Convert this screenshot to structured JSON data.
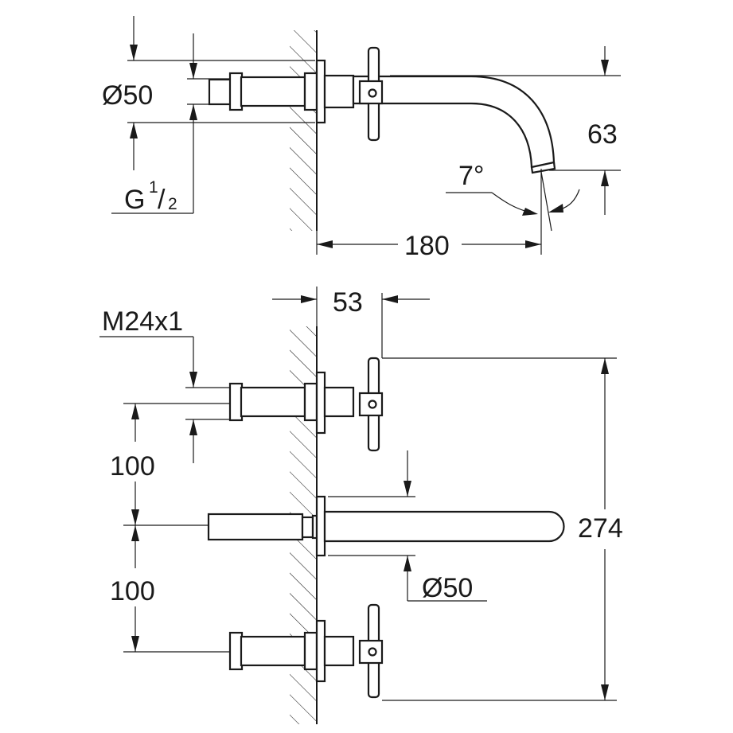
{
  "side_view": {
    "outlet_diameter": "Ø50",
    "thread_g_prefix": "G",
    "thread_g_num": "1",
    "thread_g_den": "2",
    "spout_drop": "63",
    "spout_angle": "7°",
    "spout_projection": "180"
  },
  "front_view": {
    "handle_offset": "53",
    "thread_m": "M24x1",
    "spacing_upper": "100",
    "spacing_lower": "100",
    "overall_height": "274",
    "spout_diameter": "Ø50"
  }
}
